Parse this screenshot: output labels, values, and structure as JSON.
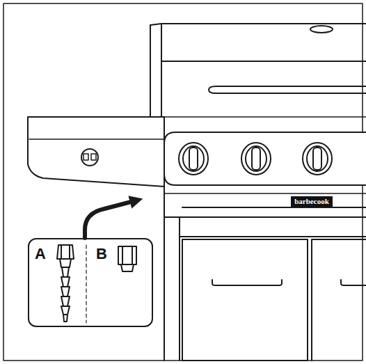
{
  "diagram": {
    "nodes": [
      {
        "text": [
          "barbecook"
        ]
      },
      {
        "text": [
          "A",
          "B"
        ]
      }
    ]
  }
}
